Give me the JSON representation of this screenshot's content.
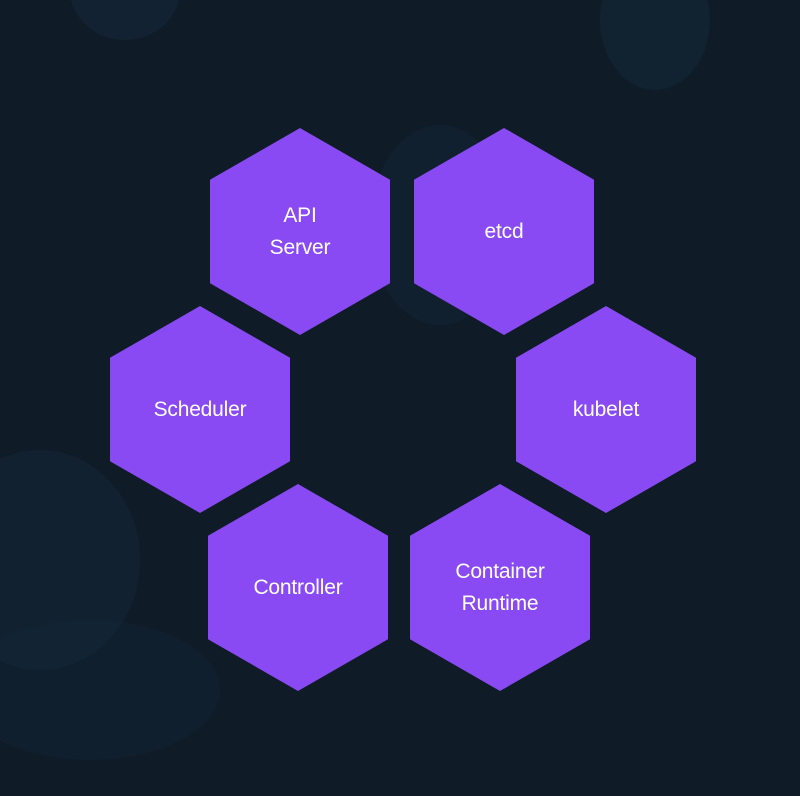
{
  "components": {
    "api_server": "API\nServer",
    "etcd": "etcd",
    "scheduler": "Scheduler",
    "kubelet": "kubelet",
    "controller": "Controller",
    "container_runtime": "Container\nRuntime"
  },
  "colors": {
    "background": "#0f1b27",
    "hexagon": "#8a4af3",
    "text": "#ffffff"
  }
}
